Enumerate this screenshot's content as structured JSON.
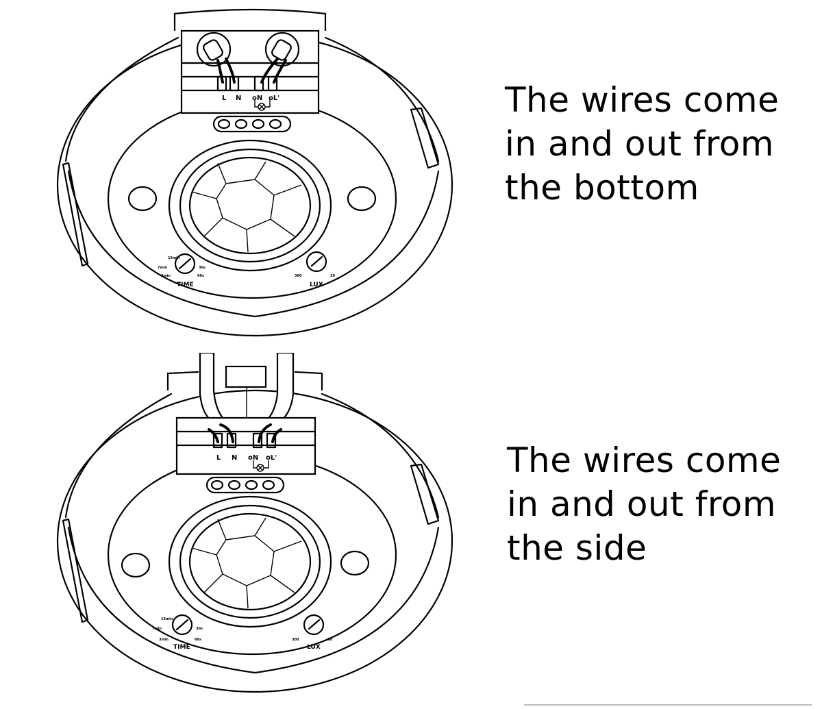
{
  "captions": {
    "top": [
      "The wires come",
      "in and out from",
      "the bottom"
    ],
    "bottom": [
      "The wires come",
      "in and out from",
      "the side"
    ]
  },
  "labels": {
    "time": "TIME",
    "lux": "LUX",
    "terminal_l": "L",
    "terminal_n": "N",
    "terminal_on": "oN",
    "terminal_ol": "oL'"
  }
}
